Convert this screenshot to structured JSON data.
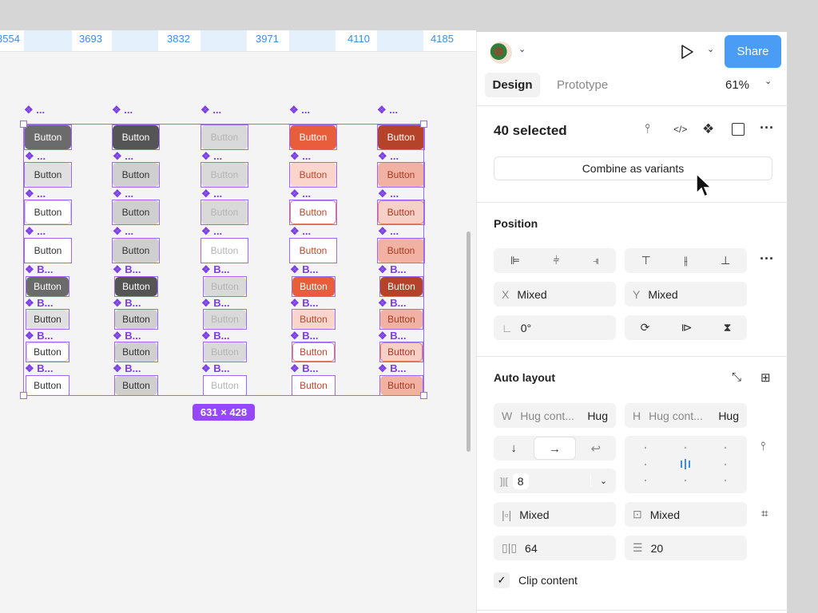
{
  "ruler": {
    "labels": [
      "3554",
      "3693",
      "3832",
      "3971",
      "4110",
      "4185"
    ]
  },
  "canvas": {
    "button_text": "Button",
    "column_label": "...",
    "short_label": "...",
    "truncated_label": "B...",
    "size_badge": "631 × 428",
    "columns": [
      {
        "styles": [
          {
            "bg": "#6b6b6b",
            "fg": "#ffffff"
          },
          {
            "bg": "#e0e0e0",
            "fg": "#333333"
          },
          {
            "bg": "#ffffff",
            "fg": "#333333",
            "border": "#c8c8c8"
          },
          {
            "bg": "#ffffff",
            "fg": "#333333"
          }
        ]
      },
      {
        "styles": [
          {
            "bg": "#555555",
            "fg": "#ffffff"
          },
          {
            "bg": "#cfcfcf",
            "fg": "#333333"
          },
          {
            "bg": "#cfcfcf",
            "fg": "#333333"
          },
          {
            "bg": "#cfcfcf",
            "fg": "#333333"
          }
        ]
      },
      {
        "styles": [
          {
            "bg": "#d9d9d9",
            "fg": "#b5b5b5"
          },
          {
            "bg": "#d9d9d9",
            "fg": "#b5b5b5"
          },
          {
            "bg": "#d9d9d9",
            "fg": "#b5b5b5"
          },
          {
            "bg": "#ffffff",
            "fg": "#b5b5b5"
          }
        ]
      },
      {
        "styles": [
          {
            "bg": "#e85d3a",
            "fg": "#ffffff"
          },
          {
            "bg": "#f9d5cc",
            "fg": "#c0462c"
          },
          {
            "bg": "#ffffff",
            "fg": "#c0462c",
            "border": "#e97a60"
          },
          {
            "bg": "#ffffff",
            "fg": "#c0462c"
          }
        ]
      },
      {
        "styles": [
          {
            "bg": "#b5432a",
            "fg": "#ffffff"
          },
          {
            "bg": "#f1b2a4",
            "fg": "#a83a22"
          },
          {
            "bg": "#f6cfc6",
            "fg": "#a83a22",
            "border": "#e97a60"
          },
          {
            "bg": "#f1b2a4",
            "fg": "#a83a22"
          }
        ]
      }
    ]
  },
  "panel": {
    "share": "Share",
    "tabs": [
      "Design",
      "Prototype"
    ],
    "zoom": "61%",
    "selection": "40 selected",
    "combine": "Combine as variants",
    "position": {
      "title": "Position",
      "x_label": "X",
      "x_value": "Mixed",
      "y_label": "Y",
      "y_value": "Mixed",
      "rotation": "0°"
    },
    "auto_layout": {
      "title": "Auto layout",
      "w_label": "W",
      "w_value": "Hug cont...",
      "w_mode": "Hug",
      "h_label": "H",
      "h_value": "Hug cont...",
      "h_mode": "Hug",
      "gap": "8",
      "pad_h": "Mixed",
      "pad_v": "Mixed",
      "h_spacing": "64",
      "v_spacing": "20",
      "clip": "Clip content"
    }
  },
  "colors": {
    "accent": "#9747ff",
    "share": "#4a9cf5",
    "component": "#7b3fe4"
  }
}
